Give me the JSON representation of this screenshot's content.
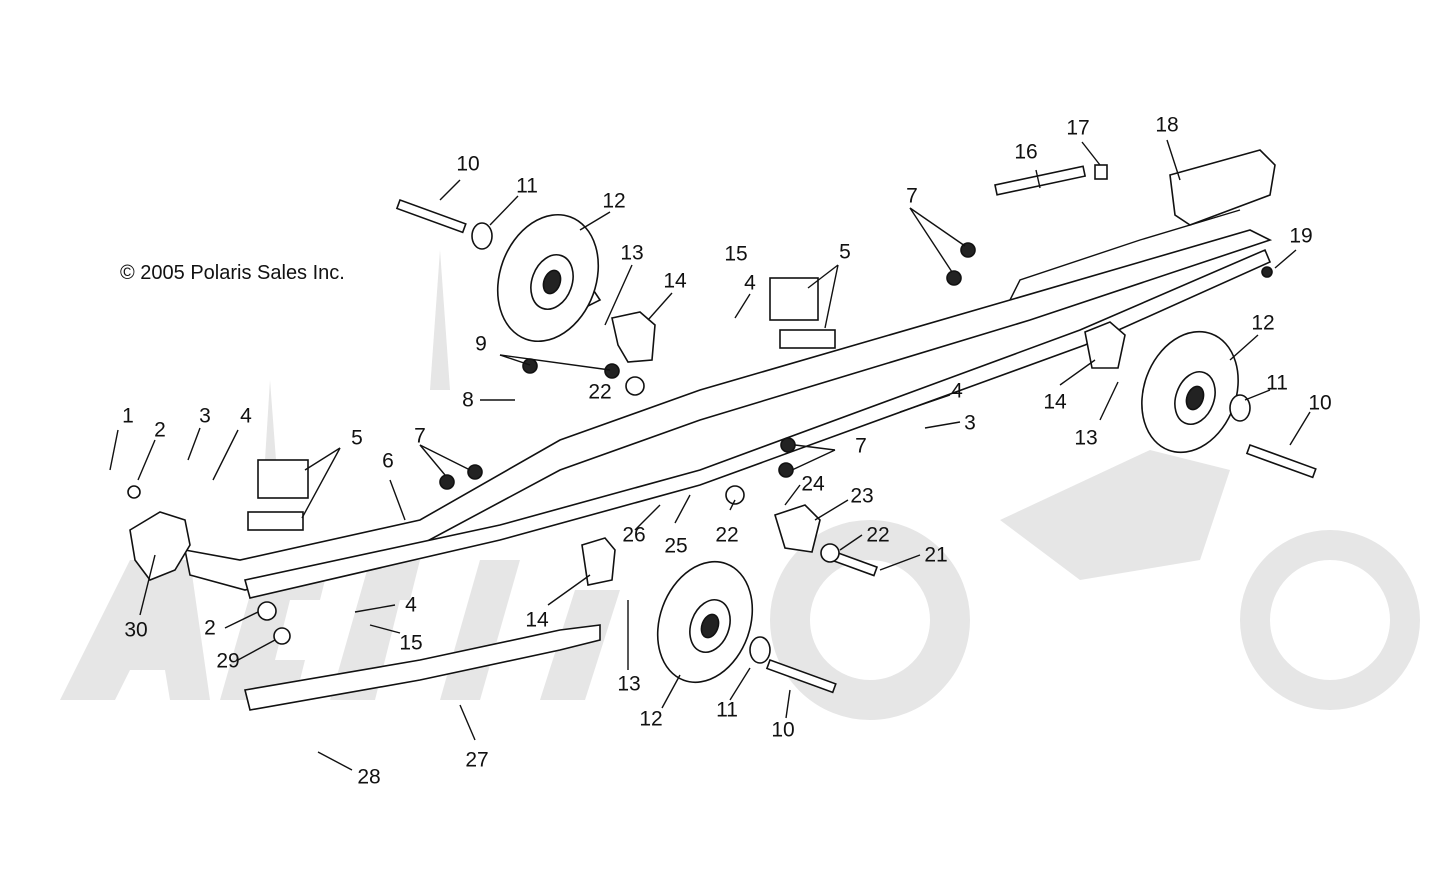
{
  "copyright": "© 2005 Polaris Sales Inc.",
  "watermark_logo": "arctic motorcycle watermark",
  "callouts": [
    {
      "id": "c1",
      "label": "1"
    },
    {
      "id": "c2a",
      "label": "2"
    },
    {
      "id": "c3a",
      "label": "3"
    },
    {
      "id": "c4a",
      "label": "4"
    },
    {
      "id": "c5a",
      "label": "5"
    },
    {
      "id": "c6",
      "label": "6"
    },
    {
      "id": "c7a",
      "label": "7"
    },
    {
      "id": "c8",
      "label": "8"
    },
    {
      "id": "c9",
      "label": "9"
    },
    {
      "id": "c10a",
      "label": "10"
    },
    {
      "id": "c11a",
      "label": "11"
    },
    {
      "id": "c12a",
      "label": "12"
    },
    {
      "id": "c13a",
      "label": "13"
    },
    {
      "id": "c14a",
      "label": "14"
    },
    {
      "id": "c15a",
      "label": "15"
    },
    {
      "id": "c4b",
      "label": "4"
    },
    {
      "id": "c5b",
      "label": "5"
    },
    {
      "id": "c22a",
      "label": "22"
    },
    {
      "id": "c16",
      "label": "16"
    },
    {
      "id": "c17",
      "label": "17"
    },
    {
      "id": "c18",
      "label": "18"
    },
    {
      "id": "c19",
      "label": "19"
    },
    {
      "id": "c7b",
      "label": "7"
    },
    {
      "id": "c12b",
      "label": "12"
    },
    {
      "id": "c14b",
      "label": "14"
    },
    {
      "id": "c13b",
      "label": "13"
    },
    {
      "id": "c11b",
      "label": "11"
    },
    {
      "id": "c10b",
      "label": "10"
    },
    {
      "id": "c4c",
      "label": "4"
    },
    {
      "id": "c3b",
      "label": "3"
    },
    {
      "id": "c7c",
      "label": "7"
    },
    {
      "id": "c24",
      "label": "24"
    },
    {
      "id": "c23",
      "label": "23"
    },
    {
      "id": "c22b",
      "label": "22"
    },
    {
      "id": "c22c",
      "label": "22"
    },
    {
      "id": "c21",
      "label": "21"
    },
    {
      "id": "c26",
      "label": "26"
    },
    {
      "id": "c25",
      "label": "25"
    },
    {
      "id": "c30",
      "label": "30"
    },
    {
      "id": "c2b",
      "label": "2"
    },
    {
      "id": "c29",
      "label": "29"
    },
    {
      "id": "c4d",
      "label": "4"
    },
    {
      "id": "c15b",
      "label": "15"
    },
    {
      "id": "c14c",
      "label": "14"
    },
    {
      "id": "c13c",
      "label": "13"
    },
    {
      "id": "c12c",
      "label": "12"
    },
    {
      "id": "c11c",
      "label": "11"
    },
    {
      "id": "c10c",
      "label": "10"
    },
    {
      "id": "c27",
      "label": "27"
    },
    {
      "id": "c28",
      "label": "28"
    }
  ]
}
